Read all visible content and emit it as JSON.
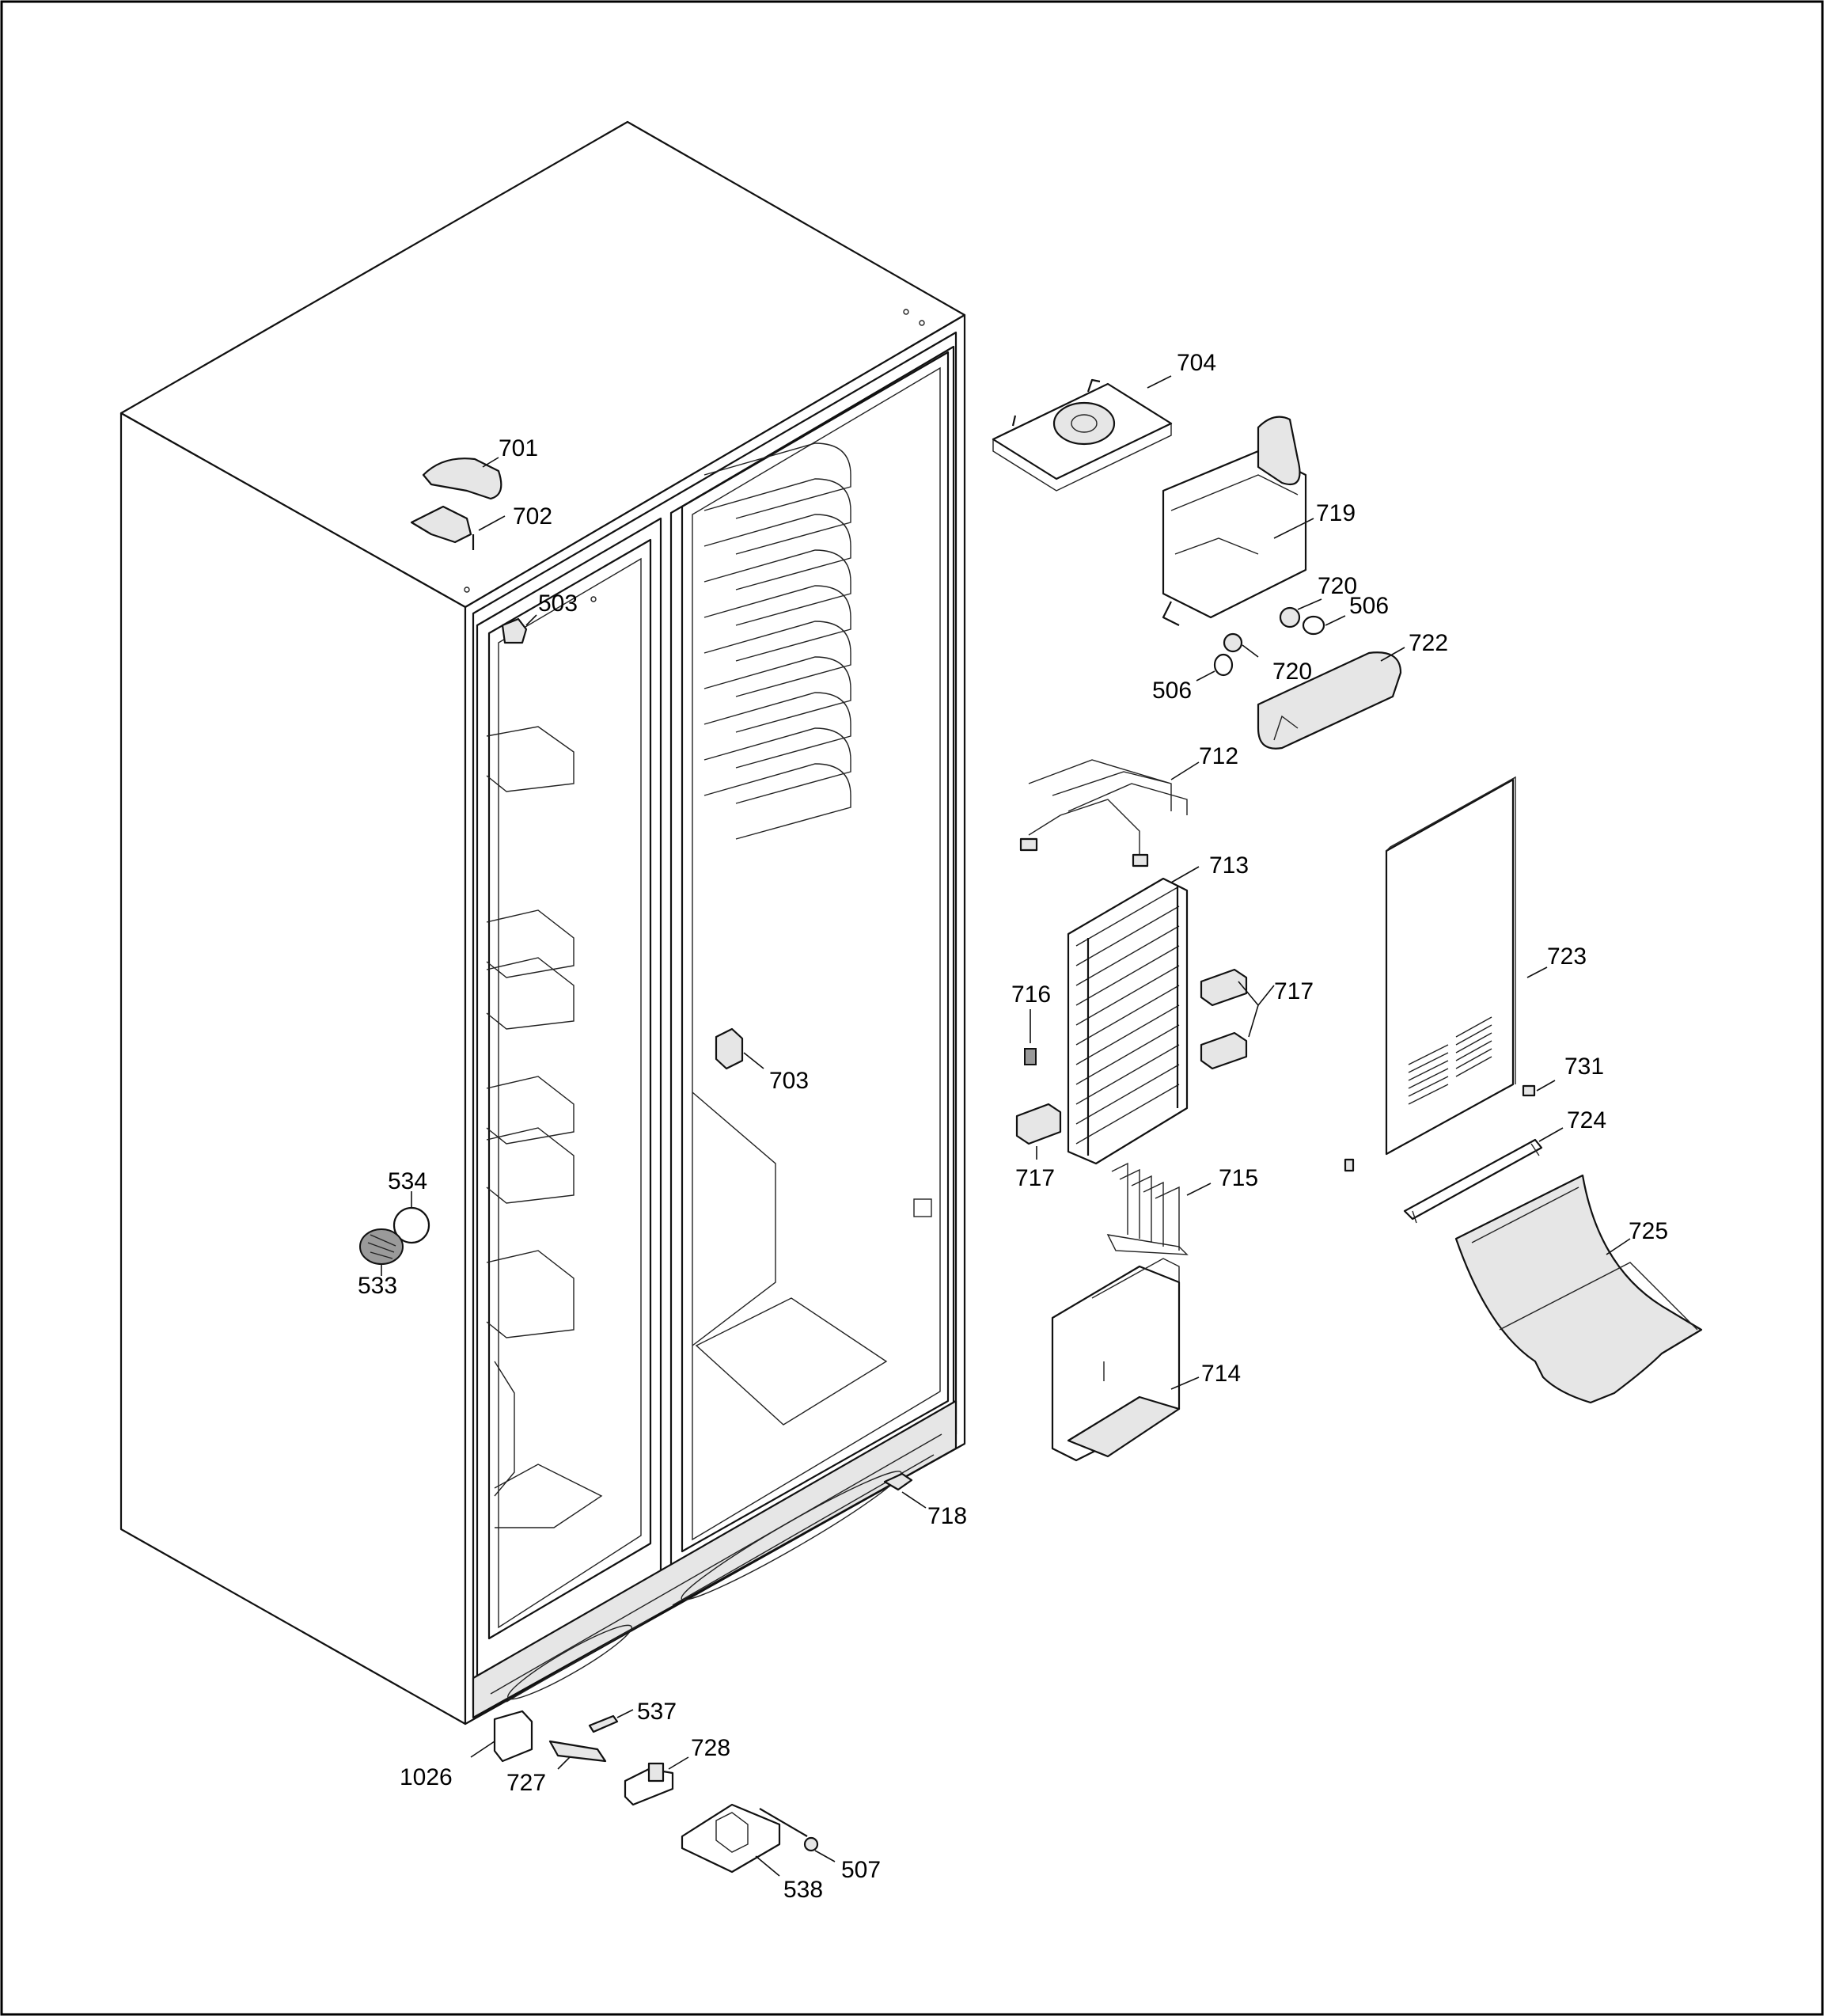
{
  "diagram": {
    "type": "exploded-parts-view",
    "callouts": {
      "c701": "701",
      "c702": "702",
      "c503": "503",
      "c704": "704",
      "c719": "719",
      "c720a": "720",
      "c506a": "506",
      "c720b": "720",
      "c506b": "506",
      "c722": "722",
      "c712": "712",
      "c713": "713",
      "c723": "723",
      "c716": "716",
      "c717a": "717",
      "c703": "703",
      "c731": "731",
      "c724": "724",
      "c717b": "717",
      "c715": "715",
      "c725": "725",
      "c534": "534",
      "c533": "533",
      "c714": "714",
      "c718": "718",
      "c537": "537",
      "c728": "728",
      "c1026": "1026",
      "c727": "727",
      "c507": "507",
      "c538": "538"
    }
  }
}
